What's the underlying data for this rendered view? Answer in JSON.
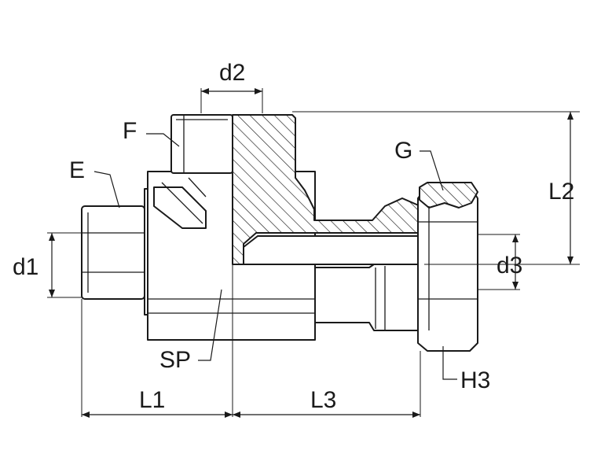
{
  "labels": {
    "d2": "d2",
    "F": "F",
    "E": "E",
    "G": "G",
    "L2": "L2",
    "d1": "d1",
    "d3": "d3",
    "SP": "SP",
    "H3": "H3",
    "L1": "L1",
    "L3": "L3"
  }
}
